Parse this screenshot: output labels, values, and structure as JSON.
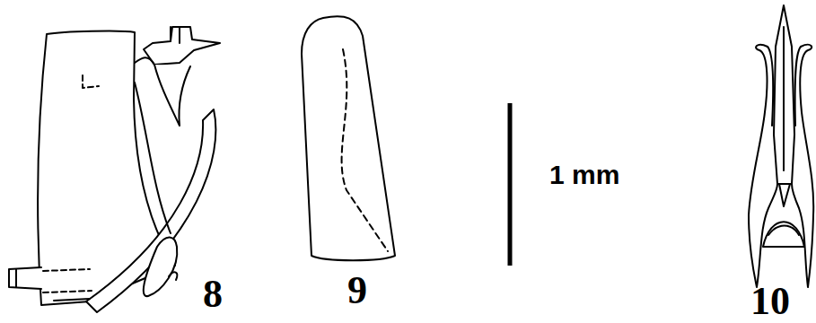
{
  "diagram": {
    "labels": [
      "8",
      "9",
      "1 mm",
      "10"
    ]
  }
}
